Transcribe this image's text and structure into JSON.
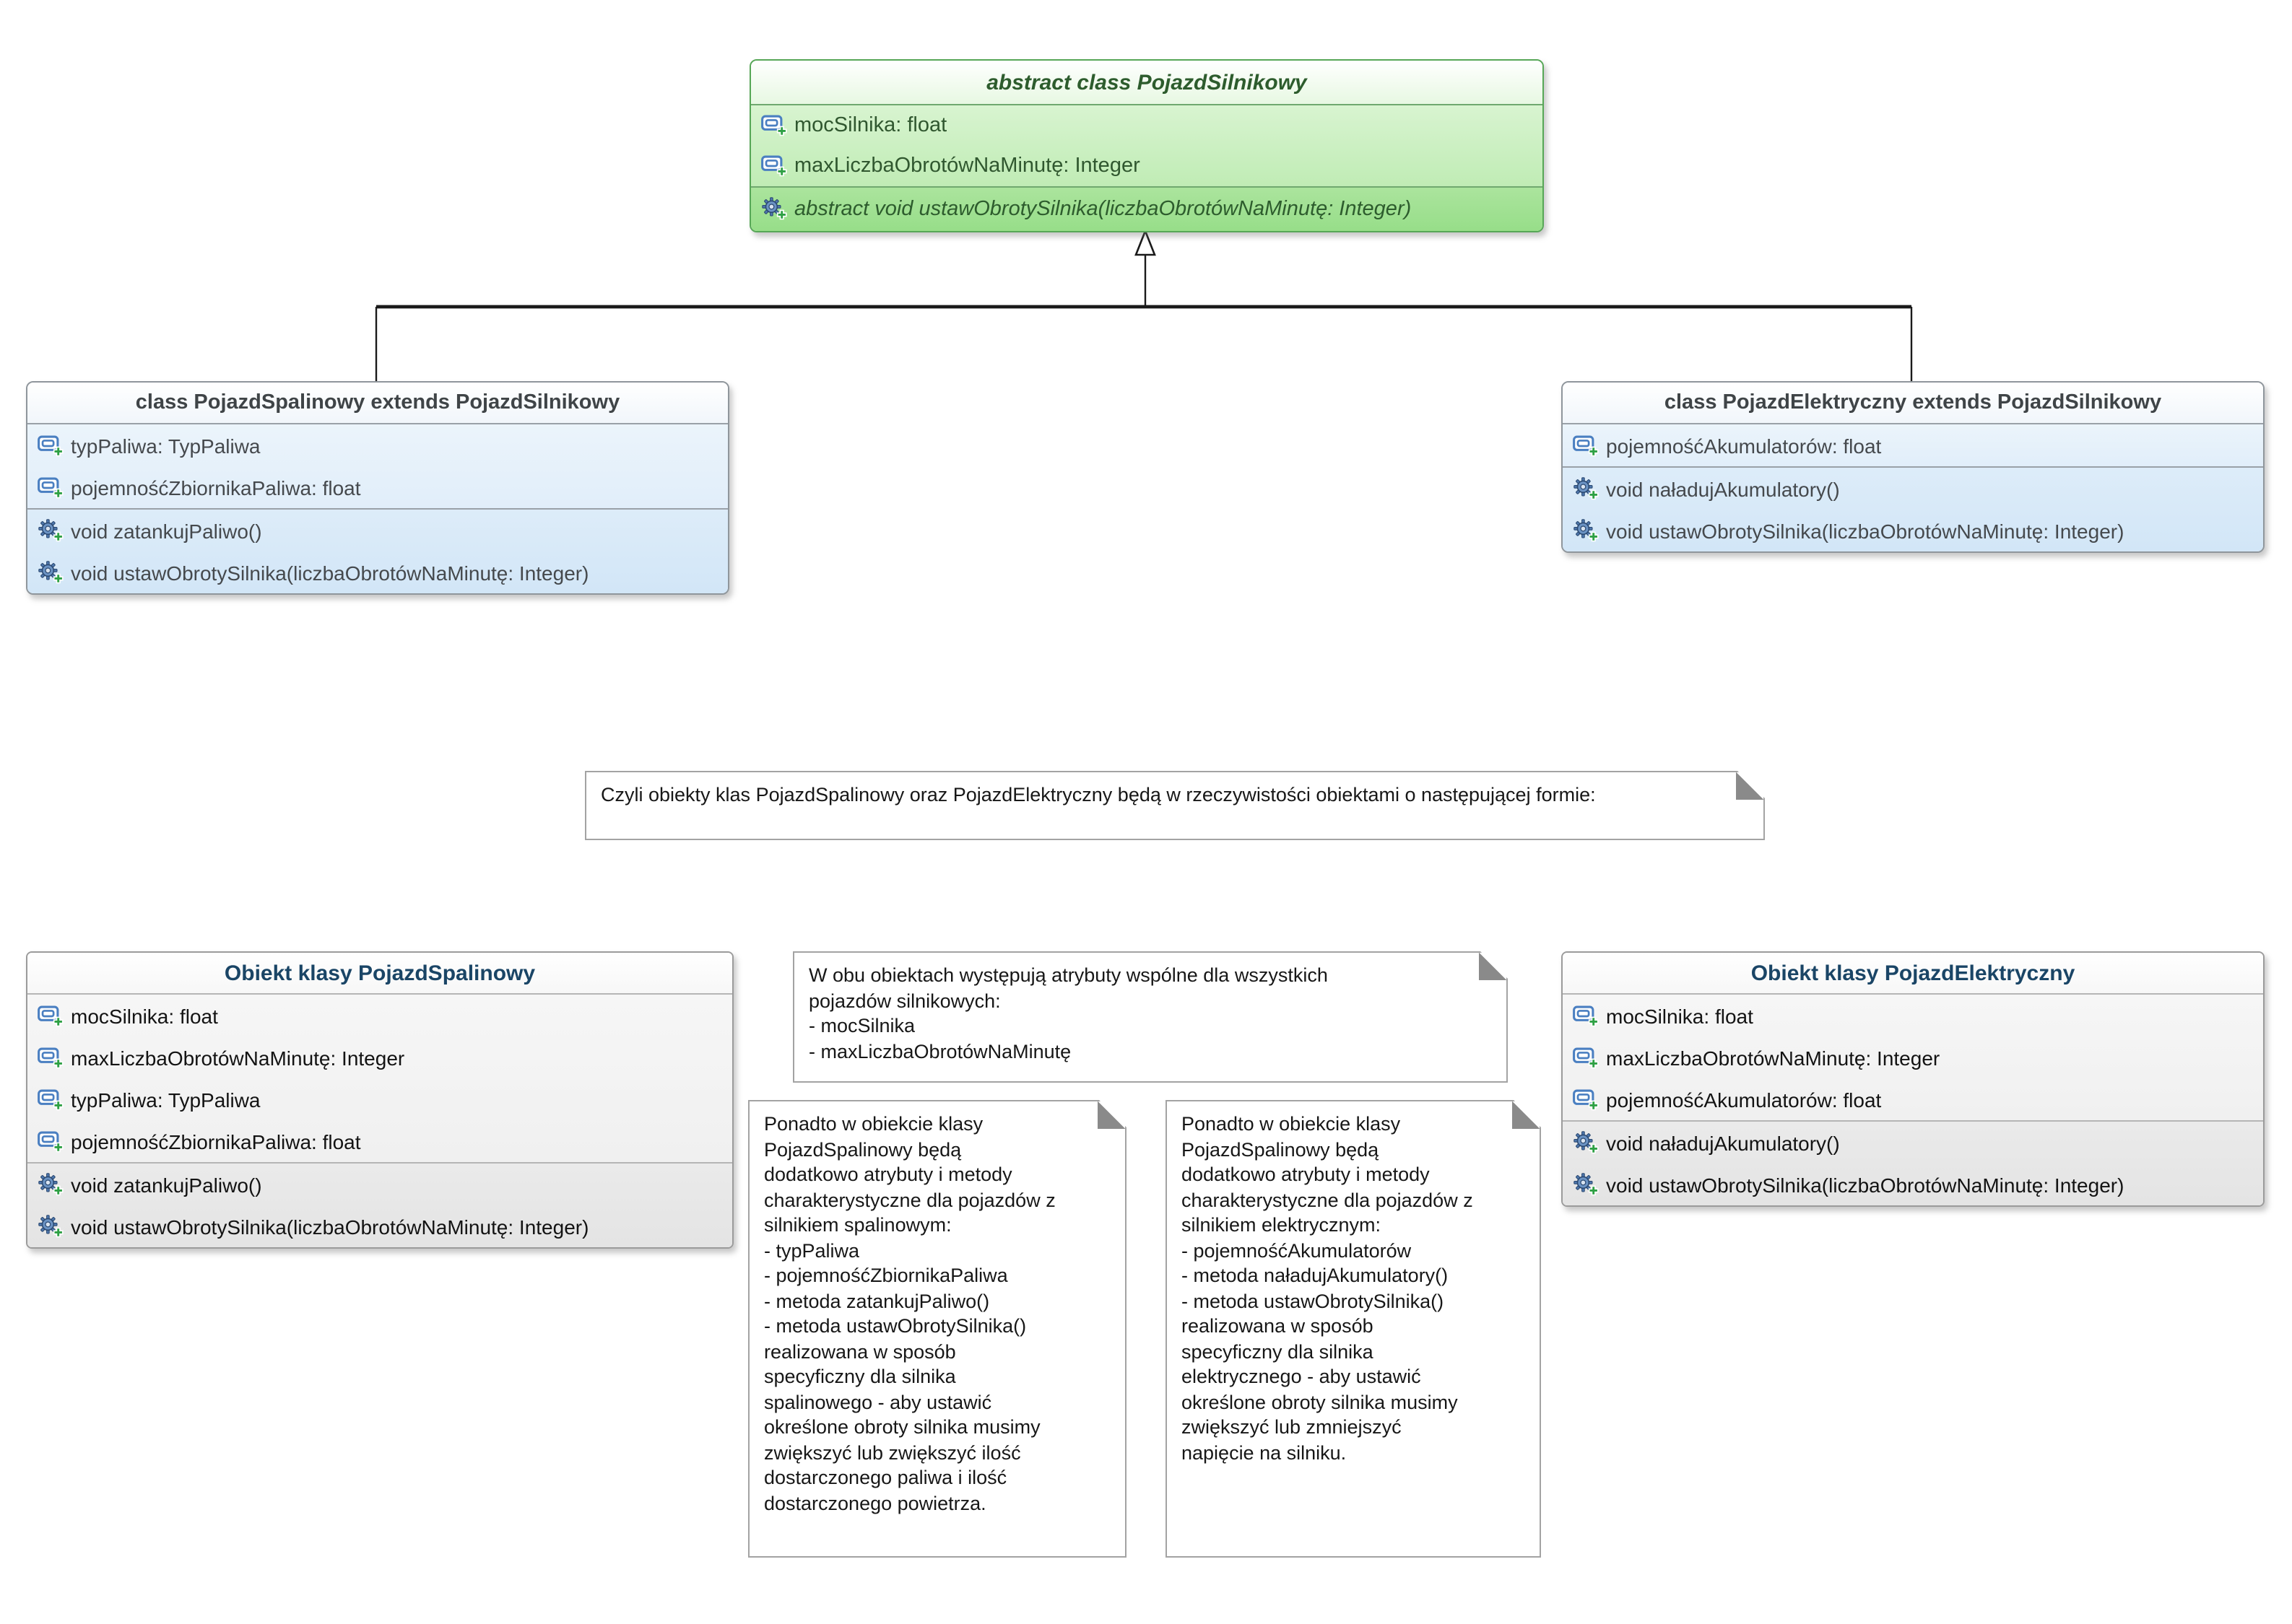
{
  "classes": {
    "parent": {
      "title": "abstract class PojazdSilnikowy",
      "attributes": [
        "mocSilnika: float",
        "maxLiczbaObrotówNaMinutę: Integer"
      ],
      "methods": [
        "abstract void ustawObrotySilnika(liczbaObrotówNaMinutę: Integer)"
      ]
    },
    "spalinowy": {
      "title": "class PojazdSpalinowy extends PojazdSilnikowy",
      "attributes": [
        "typPaliwa: TypPaliwa",
        "pojemnośćZbiornikaPaliwa: float"
      ],
      "methods": [
        "void zatankujPaliwo()",
        "void ustawObrotySilnika(liczbaObrotówNaMinutę: Integer)"
      ]
    },
    "elektryczny": {
      "title": "class PojazdElektryczny extends PojazdSilnikowy",
      "attributes": [
        "pojemnośćAkumulatorów: float"
      ],
      "methods": [
        "void naładujAkumulatory()",
        "void ustawObrotySilnika(liczbaObrotówNaMinutę: Integer)"
      ]
    },
    "obiekt_spalinowy": {
      "title": "Obiekt klasy PojazdSpalinowy",
      "attributes": [
        "mocSilnika: float",
        "maxLiczbaObrotówNaMinutę: Integer",
        "typPaliwa: TypPaliwa",
        "pojemnośćZbiornikaPaliwa: float"
      ],
      "methods": [
        "void zatankujPaliwo()",
        "void ustawObrotySilnika(liczbaObrotówNaMinutę: Integer)"
      ]
    },
    "obiekt_elektryczny": {
      "title": "Obiekt klasy PojazdElektryczny",
      "attributes": [
        "mocSilnika: float",
        "maxLiczbaObrotówNaMinutę: Integer",
        "pojemnośćAkumulatorów: float"
      ],
      "methods": [
        "void naładujAkumulatory()",
        "void ustawObrotySilnika(liczbaObrotówNaMinutę: Integer)"
      ]
    }
  },
  "notes": {
    "intro": "Czyli obiekty klas PojazdSpalinowy oraz PojazdElektryczny będą w rzeczywistości obiektami o następującej formie:",
    "common": "W obu obiektach występują atrybuty wspólne dla wszystkich\npojazdów silnikowych:\n- mocSilnika\n- maxLiczbaObrotówNaMinutę",
    "spalinowy_details": "Ponadto w obiekcie klasy\nPojazdSpalinowy będą\ndodatkowo atrybuty i metody\ncharakterystyczne dla pojazdów z\nsilnikiem spalinowym:\n- typPaliwa\n- pojemnośćZbiornikaPaliwa\n- metoda zatankujPaliwo()\n- metoda ustawObrotySilnika()\nrealizowana w sposób\nspecyficzny dla silnika\nspalinowego - aby ustawić\nokreślone obroty silnika musimy\nzwiększyć lub zwiększyć ilość\ndostarczonego paliwa i ilość\ndostarczonego powietrza.",
    "elektryczny_details": "Ponadto w obiekcie klasy\nPojazdSpalinowy będą\ndodatkowo atrybuty i metody\ncharakterystyczne dla pojazdów z\nsilnikiem elektrycznym:\n- pojemnośćAkumulatorów\n- metoda naładujAkumulatory()\n- metoda ustawObrotySilnika()\nrealizowana w sposób\nspecyficzny dla silnika\nelektrycznego - aby ustawić\nokreślone obroty silnika musimy\nzwiększyć lub zmniejszyć\nnapięcie na silniku."
  },
  "icons": {
    "attribute": "attribute-icon",
    "method": "method-icon",
    "inheritance_arrow": "inheritance-arrow-icon",
    "note_fold": "note-fold-icon"
  },
  "colors": {
    "abstract_class_border": "#57a757",
    "abstract_class_fill": "#c0ecb5",
    "abstract_class_text": "#2d5c2d",
    "subclass_border": "#8f969c",
    "subclass_fill": "#e1eefa",
    "object_title_text": "#1a4566",
    "object_fill": "#eaeaea",
    "note_fold_gray": "#8a8a8a",
    "attribute_icon_blue": "#4a7fc1",
    "method_gear_blue": "#6b93c4",
    "plus_green": "#2ea044",
    "connector_black": "#1a1a1a"
  }
}
